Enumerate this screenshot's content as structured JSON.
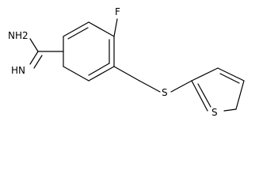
{
  "structure": {
    "atoms": {
      "nh2": "NH2",
      "nh": "HN",
      "f": "F",
      "s_link": "S",
      "s_ring": "S"
    }
  }
}
